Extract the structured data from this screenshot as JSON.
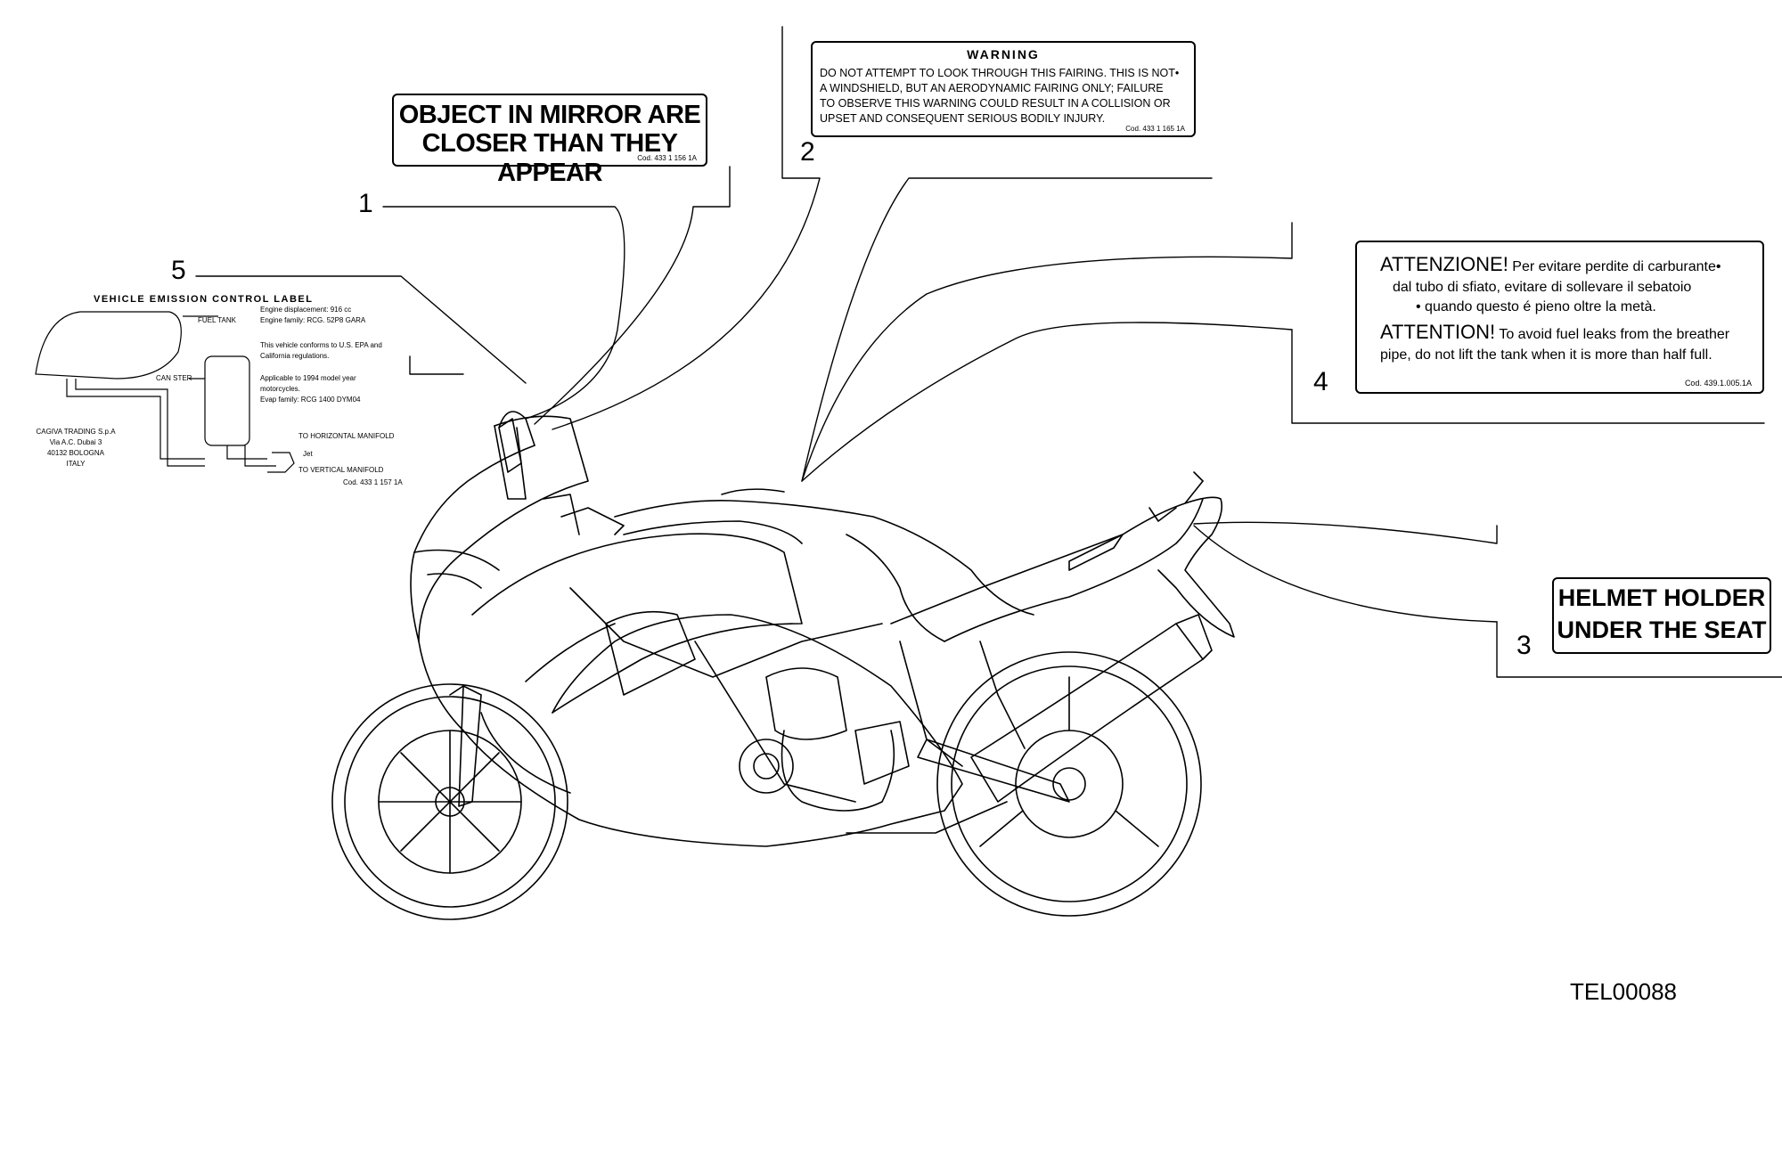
{
  "callouts": [
    "1",
    "2",
    "3",
    "4",
    "5"
  ],
  "label_1": {
    "line1": "OBJECT IN MIRROR ARE",
    "line2": "CLOSER THAN THEY APPEAR",
    "code": "Cod. 433 1 156 1A"
  },
  "label_2": {
    "title": "WARNING",
    "lines": [
      "DO NOT ATTEMPT TO LOOK THROUGH THIS FAIRING. THIS IS NOT•",
      "A WINDSHIELD, BUT AN AERODYNAMIC FAIRING ONLY; FAILURE",
      "TO OBSERVE THIS WARNING COULD RESULT IN A COLLISION OR",
      "UPSET AND CONSEQUENT SERIOUS BODILY INJURY."
    ],
    "code": "Cod. 433 1 165 1A"
  },
  "label_3": {
    "line1": "HELMET HOLDER",
    "line2": "UNDER THE SEAT"
  },
  "label_4": {
    "it_head": "ATTENZIONE!",
    "it_line1": "Per evitare perdite di carburante•",
    "it_line2": "dal tubo di sfiato, evitare di sollevare il sebatoio",
    "it_line3": "• quando questo é pieno oltre la metà.",
    "en_head": "ATTENTION!",
    "en_line1": "To avoid fuel leaks from the breather",
    "en_line2": "pipe, do not lift the tank when it is more than half full.",
    "code": "Cod. 439.1.005.1A"
  },
  "label_5": {
    "title": "VEHICLE EMISSION CONTROL LABEL",
    "fuel_tank": "FUEL TANK",
    "canister": "CAN STER",
    "horizontal": "TO HORIZONTAL MANIFOLD",
    "jet": "Jet",
    "vertical": "TO VERTICAL MANIFOLD",
    "spec_lines": [
      "Engine displacement: 916 cc",
      "Engine family: RCG. 52P8 GARA",
      "This vehicle conforms to U.S. EPA and",
      "California regulations.",
      "Applicable to 1994 model year",
      "motorcycles.",
      "Evap family: RCG 1400 DYM04"
    ],
    "address": [
      "CAGIVA TRADING S.p.A",
      "Via A.C. Dubai 3",
      "40132 BOLOGNA",
      "ITALY"
    ],
    "code": "Cod. 433 1 157 1A"
  },
  "reference": "TEL00088"
}
